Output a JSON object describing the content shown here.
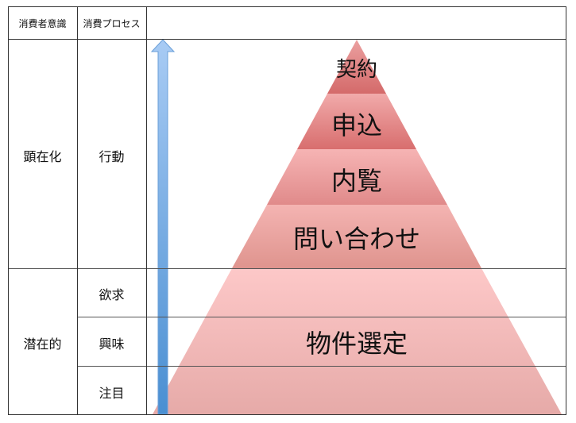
{
  "table": {
    "headers": [
      "消費者意識",
      "消費プロセス",
      ""
    ],
    "awareness": {
      "manifest": "顕在化",
      "latent": "潜在的"
    },
    "process": {
      "action": "行動",
      "desire": "欲求",
      "interest": "興味",
      "attention": "注目"
    }
  },
  "pyramid": {
    "levels": [
      "契約",
      "申込",
      "内覧",
      "問い合わせ",
      "物件選定"
    ]
  },
  "colors": {
    "arrow": "#5b9bd5",
    "pyramid": "#e8a0a0"
  }
}
